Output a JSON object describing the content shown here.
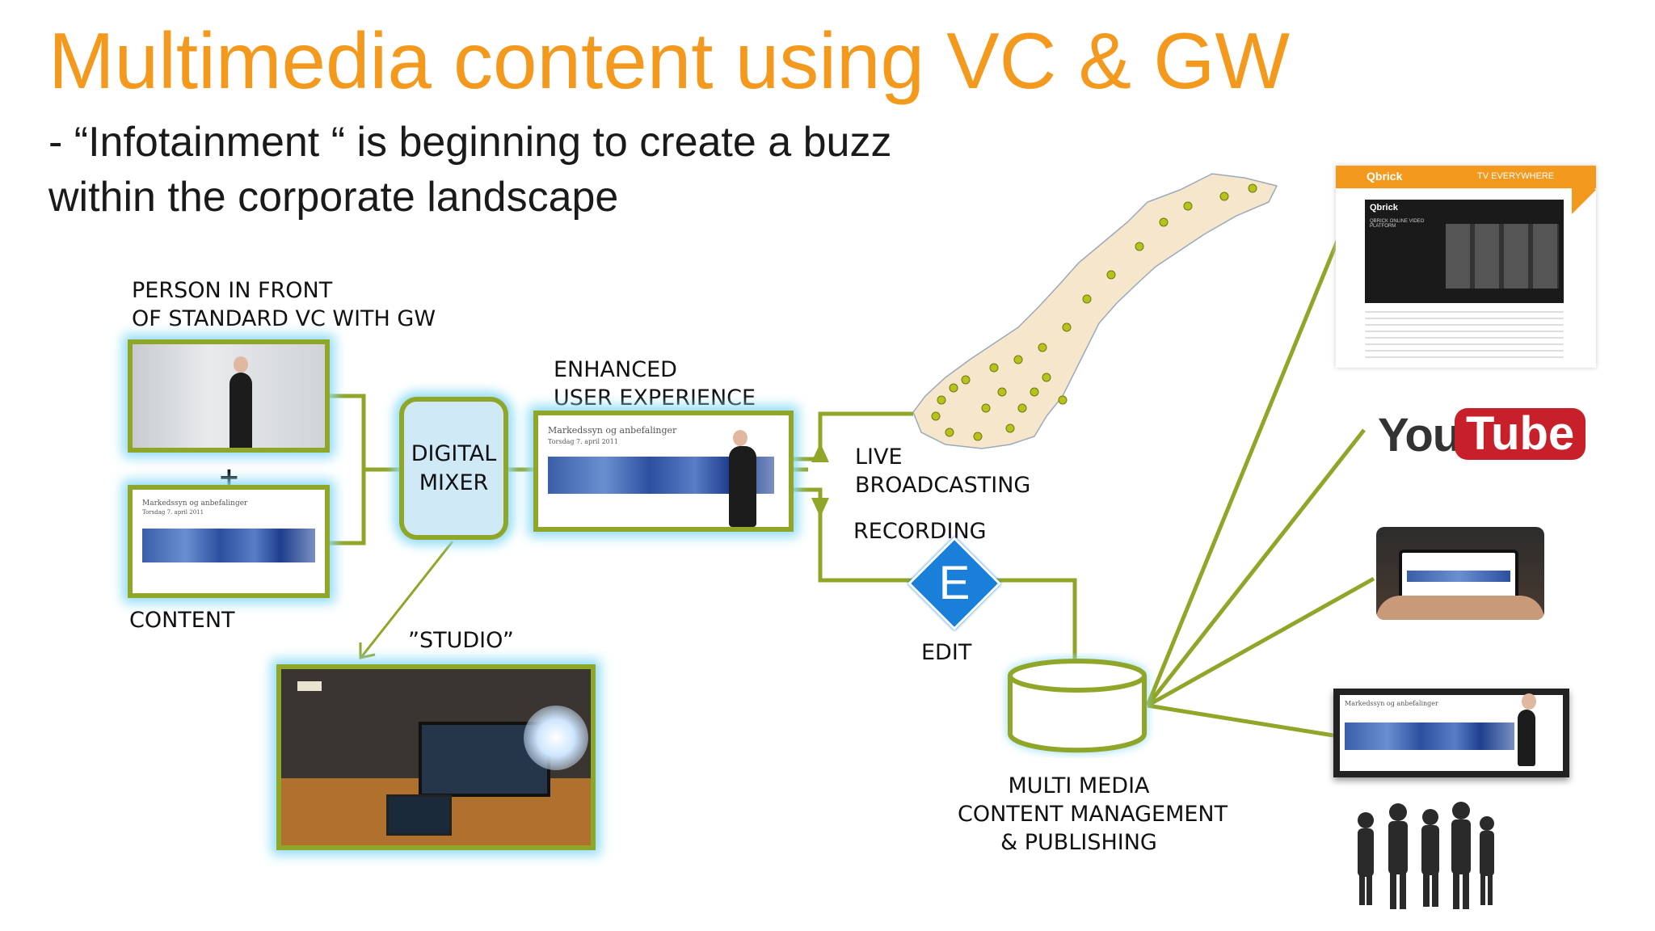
{
  "slide": {
    "title": "Multimedia content using VC & GW",
    "subtitle_line1": "- “Infotainment “ is beginning to create a buzz",
    "subtitle_line2": "within the corporate landscape"
  },
  "labels": {
    "person": "PERSON IN FRONT\nOF STANDARD VC WITH GW",
    "plus": "+",
    "content": "CONTENT",
    "mixer": "DIGITAL\nMIXER",
    "enhanced": "ENHANCED\nUSER EXPERIENCE",
    "studio": "”STUDIO”",
    "live": "LIVE\nBROADCASTING",
    "recording": "RECORDING",
    "edit": "EDIT",
    "edit_letter": "E",
    "cms": "MULTI MEDIA\nCONTENT MANAGEMENT\n& PUBLISHING"
  },
  "slide_thumbs": {
    "title": "Markedssyn og anbefalinger",
    "date": "Torsdag 7. april 2011"
  },
  "qbrick": {
    "logo": "Qbrick",
    "tagline": "TV EVERYWHERE",
    "heading": "QBRICK ONLINE VIDEO PLATFORM"
  },
  "youtube": {
    "you": "You",
    "tube": "Tube"
  },
  "colors": {
    "title_orange": "#F39A1E",
    "connector_green": "#8FA629",
    "glow_blue": "#8fdcf5",
    "edit_blue": "#1a7fd8",
    "youtube_red": "#c8202a"
  },
  "icons": [
    "norway-map-icon",
    "edit-diamond-icon",
    "database-cylinder-icon",
    "people-group-icon"
  ]
}
